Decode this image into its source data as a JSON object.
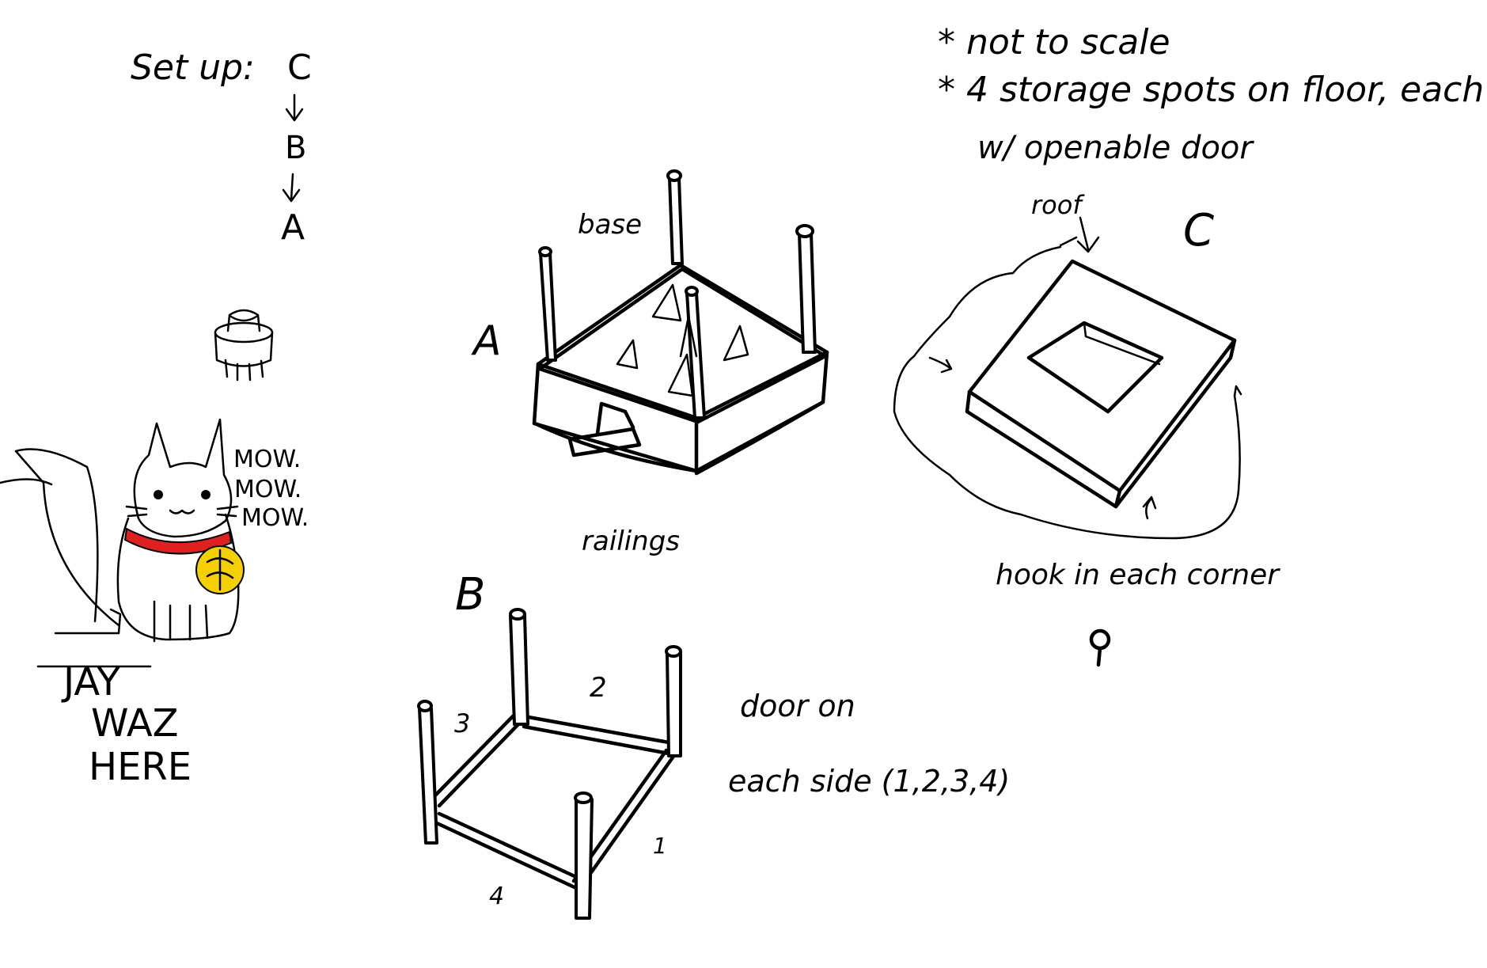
{
  "notes": {
    "line1": "* not to scale",
    "line2": "* 4 storage spots on floor, each",
    "line3": "w/ openable door"
  },
  "setup": {
    "label": "Set up:",
    "order": [
      "C",
      "B",
      "A"
    ]
  },
  "part_a": {
    "letter": "A",
    "label": "base"
  },
  "part_b": {
    "letter": "B",
    "label": "railings",
    "door_note_line1": "door on",
    "door_note_line2": "each side (1,2,3,4)",
    "side_numbers": [
      "1",
      "2",
      "3",
      "4"
    ]
  },
  "part_c": {
    "letter": "C",
    "label": "roof",
    "hook_note": "hook in each corner"
  },
  "cat": {
    "speech": [
      "MOW.",
      "MOW.",
      "MOW."
    ],
    "crossed_name": "JAY",
    "graffiti_line1": "WAZ",
    "graffiti_line2": "HERE",
    "collar_color": "#e02020",
    "bell_color": "#f5d000"
  },
  "colors": {
    "ink": "#000000",
    "paper": "#ffffff"
  }
}
